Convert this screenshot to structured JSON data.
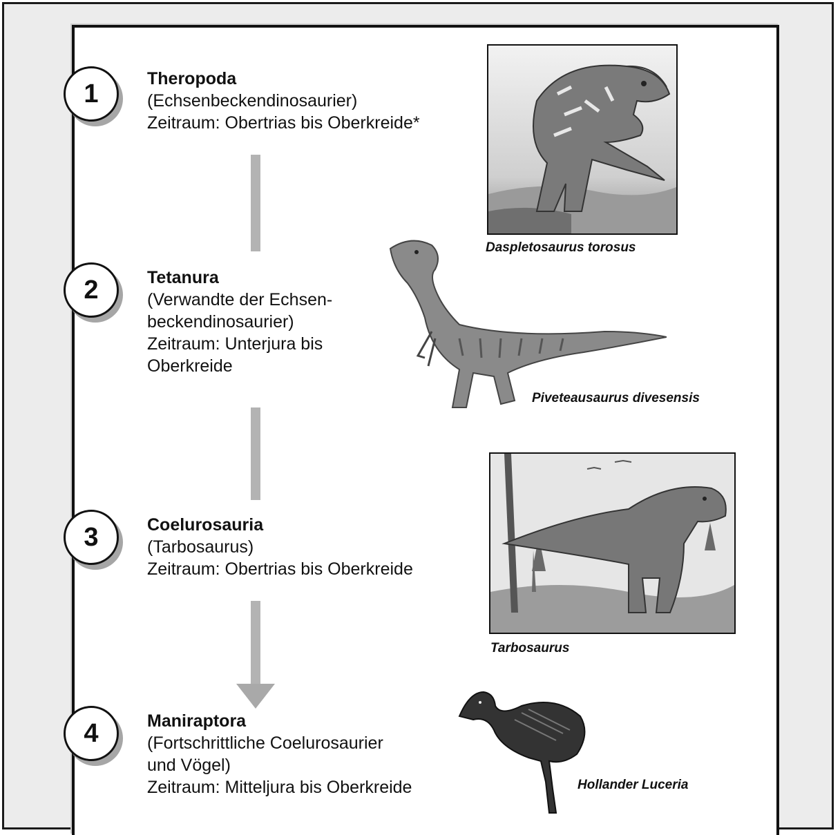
{
  "steps": [
    {
      "number": "1",
      "title": "Theropoda",
      "line1": "(Echsenbeckendinosaurier)",
      "line2": "Zeitraum: Obertrias bis Oberkreide*"
    },
    {
      "number": "2",
      "title": "Tetanura",
      "line1": "(Verwandte der Echsen-",
      "line2": "beckendinosaurier)",
      "line3": "Zeitraum: Unterjura bis",
      "line4": "Oberkreide"
    },
    {
      "number": "3",
      "title": "Coelurosauria",
      "line1": "(Tarbosaurus)",
      "line2": "Zeitraum: Obertrias bis Oberkreide"
    },
    {
      "number": "4",
      "title": "Maniraptora",
      "line1": "(Fortschrittliche Coelurosaurier",
      "line2": "und Vögel)",
      "line3": "Zeitraum: Mitteljura bis Oberkreide"
    }
  ],
  "captions": {
    "daspletosaurus": "Daspletosaurus torosus",
    "piveteausaurus": "Piveteausaurus divesensis",
    "tarbosaurus": "Tarbosaurus",
    "hollander": "Hollander Luceria"
  },
  "icons": [
    "daspletosaurus-illustration",
    "piveteausaurus-illustration",
    "tarbosaurus-illustration",
    "bird-illustration"
  ]
}
